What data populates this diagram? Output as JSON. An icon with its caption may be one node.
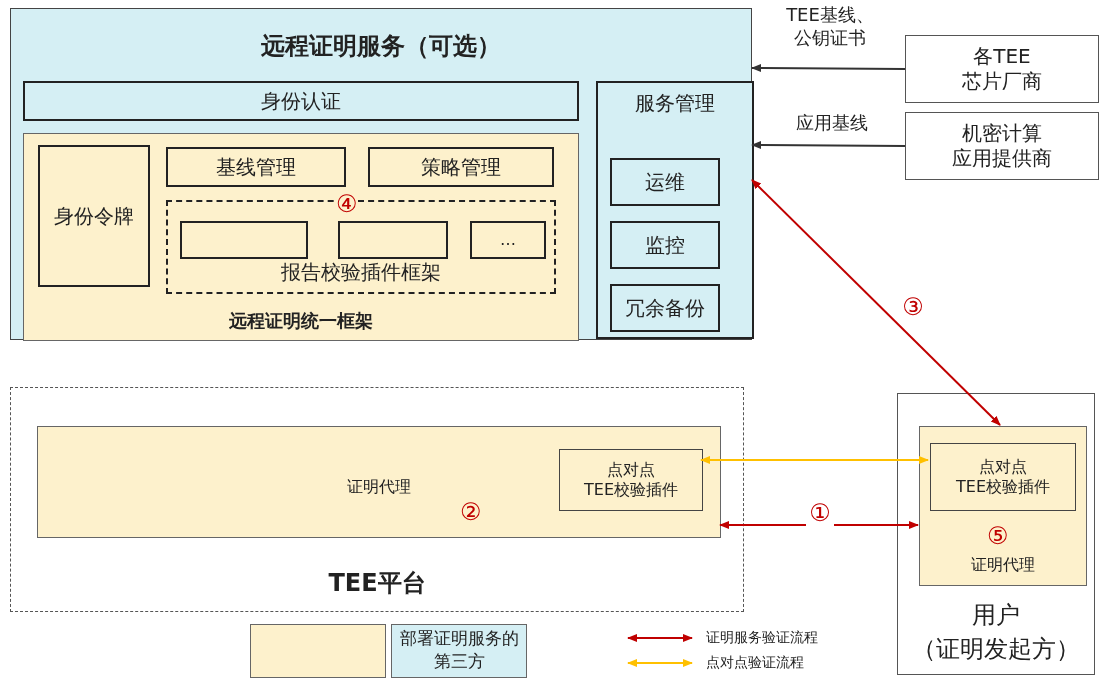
{
  "diagram": {
    "nodes": [
      {
        "text": [
          "远程证明服务（可选）"
        ]
      },
      {
        "text": [
          "身份认证"
        ],
        "in": 0
      },
      {
        "text": [
          "远程证明统一框架"
        ],
        "in": 0
      },
      {
        "text": [
          "身份令牌"
        ],
        "in": 2
      },
      {
        "text": [
          "基线管理"
        ],
        "in": 2
      },
      {
        "text": [
          "策略管理"
        ],
        "in": 2
      },
      {
        "text": [
          "报告校验插件框架"
        ],
        "in": 2
      },
      {
        "text": [],
        "shape": "box",
        "in": 6
      },
      {
        "text": [],
        "shape": "box",
        "in": 6
      },
      {
        "text": [
          "…"
        ],
        "in": 6
      },
      {
        "text": [
          "服务管理"
        ],
        "in": 0
      },
      {
        "text": [
          "运维"
        ],
        "in": 10
      },
      {
        "text": [
          "监控"
        ],
        "in": 10
      },
      {
        "text": [
          "冗余备份"
        ],
        "in": 10
      },
      {
        "text": [
          "各TEE芯片厂商"
        ]
      },
      {
        "text": [
          "机密计算应用提供商"
        ]
      },
      {
        "text": [
          "TEE平台"
        ]
      },
      {
        "text": [
          "证明代理"
        ],
        "in": 16
      },
      {
        "text": [
          "点对点TEE校验插件"
        ],
        "in": 17
      },
      {
        "text": [
          "用户",
          "（证明发起方）"
        ]
      },
      {
        "text": [
          "证明代理"
        ],
        "in": 19
      },
      {
        "text": [
          "点对点TEE校验插件"
        ],
        "in": 20
      },
      {
        "text": [],
        "shape": "box"
      }
    ],
    "edges": [
      {
        "from": 14,
        "to": 0,
        "arrow": "to",
        "label": "TEE基线、公钥证书"
      },
      {
        "from": 15,
        "to": 0,
        "arrow": "to",
        "label": "应用基线"
      },
      {
        "from": 0,
        "to": 20,
        "arrow": "both",
        "label": "③",
        "color": "#c00000"
      },
      {
        "from": 18,
        "to": 21,
        "arrow": "both",
        "color": "#ffc000"
      },
      {
        "from": 17,
        "to": 20,
        "arrow": "both",
        "label": "①",
        "color": "#c00000"
      }
    ],
    "labels": [
      "④",
      "②",
      "⑤"
    ],
    "legend": [
      {
        "text": "部署证明服务的第三方",
        "color": "#d5eff4"
      },
      {
        "text": "证明服务验证流程"
      },
      {
        "text": "点对点验证流程"
      }
    ]
  }
}
